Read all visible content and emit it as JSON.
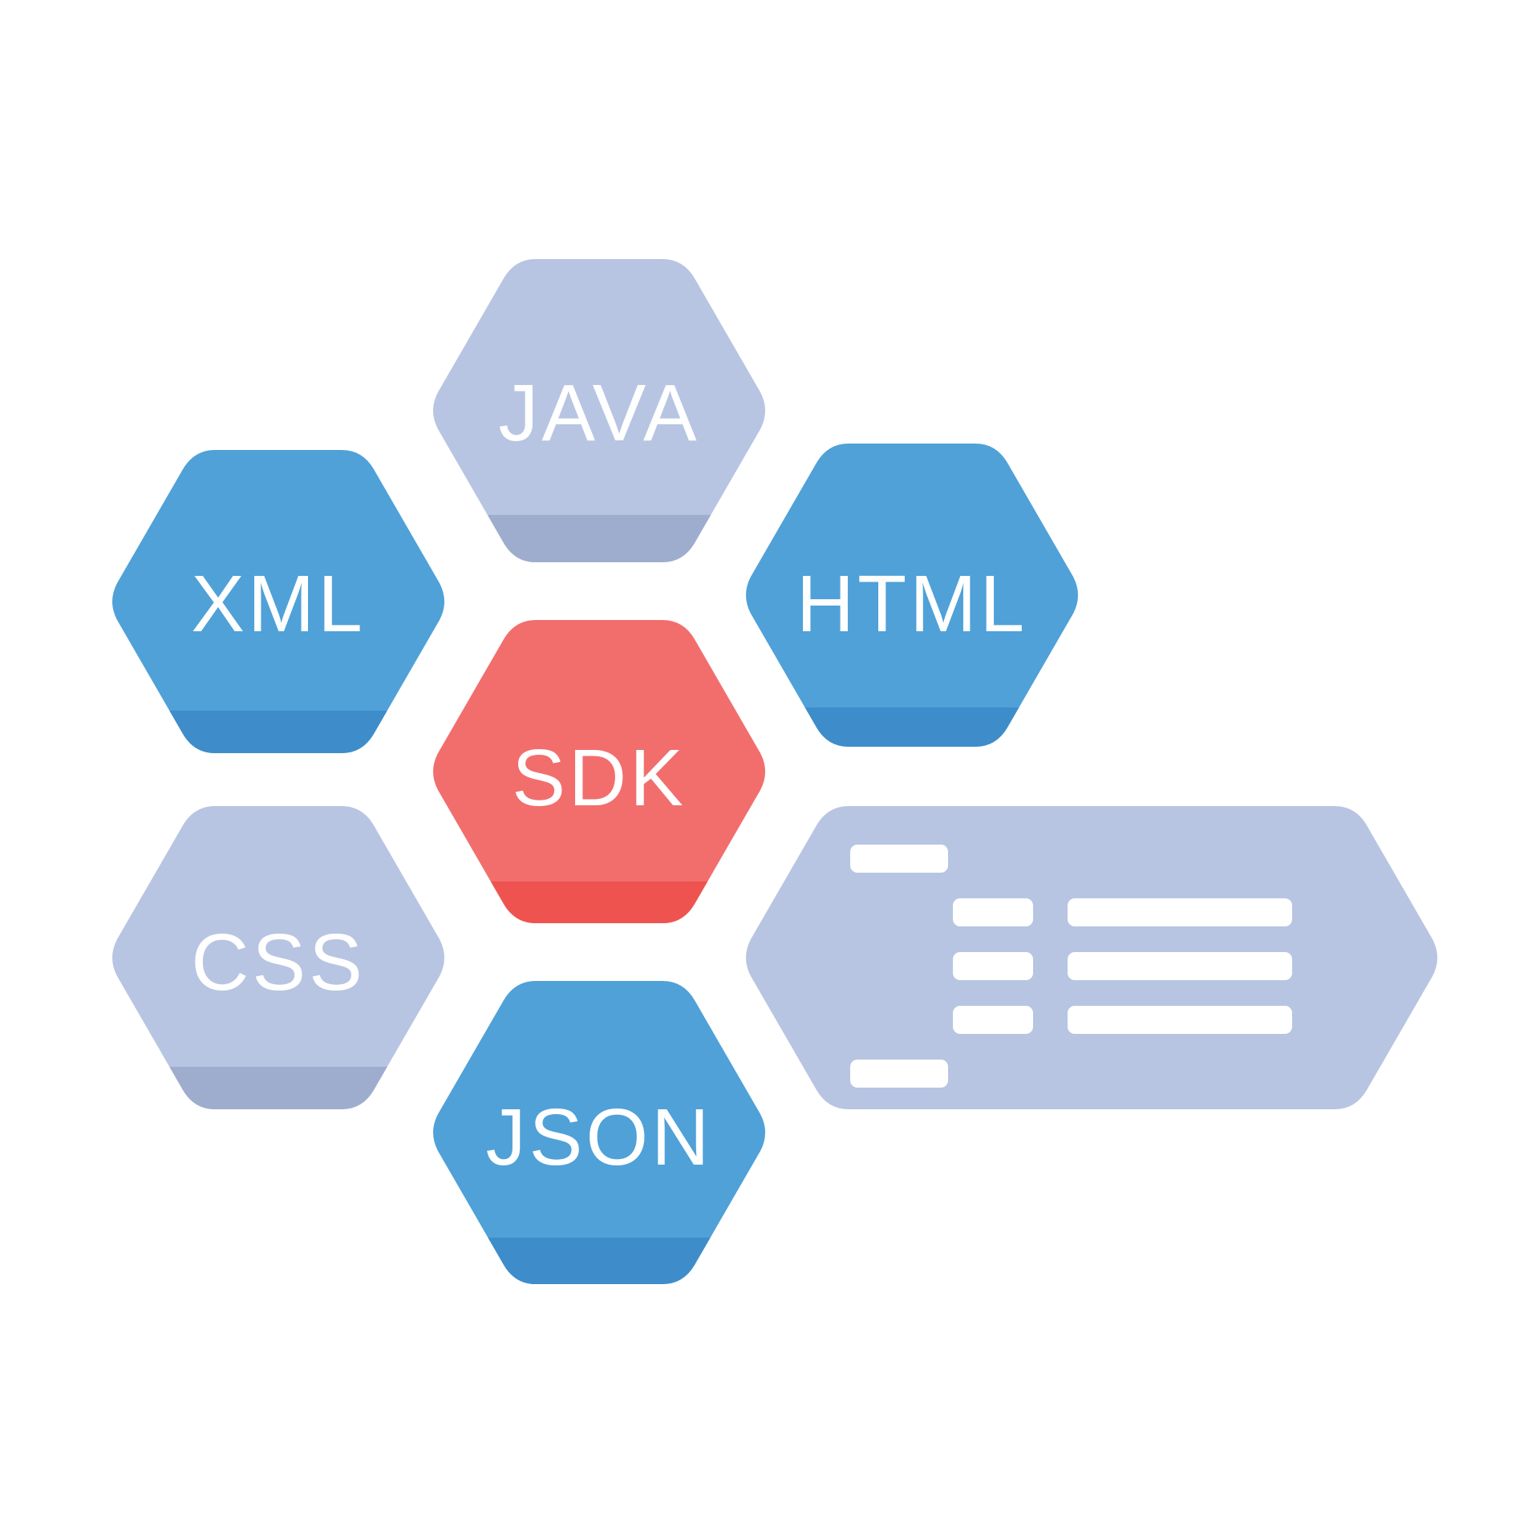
{
  "colors": {
    "background": "#ffffff",
    "light_blue": "#b7c5e2",
    "light_blue_shade": "#9eadcd",
    "blue": "#4fa1d8",
    "blue_shade": "#3e8dca",
    "red": "#f16e6d",
    "red_shade": "#ef534f",
    "white": "#ffffff"
  },
  "tiles": [
    {
      "id": "java",
      "label": "JAVA",
      "color": "light_blue",
      "icon": "java-hexagon"
    },
    {
      "id": "xml",
      "label": "XML",
      "color": "blue",
      "icon": "xml-hexagon"
    },
    {
      "id": "html",
      "label": "HTML",
      "color": "blue",
      "icon": "html-hexagon"
    },
    {
      "id": "sdk",
      "label": "SDK",
      "color": "red",
      "icon": "sdk-hexagon"
    },
    {
      "id": "css",
      "label": "CSS",
      "color": "light_blue",
      "icon": "css-hexagon"
    },
    {
      "id": "json",
      "label": "JSON",
      "color": "blue",
      "icon": "json-hexagon"
    }
  ],
  "code_panel": {
    "color": "light_blue",
    "icon": "code-lines-icon"
  }
}
